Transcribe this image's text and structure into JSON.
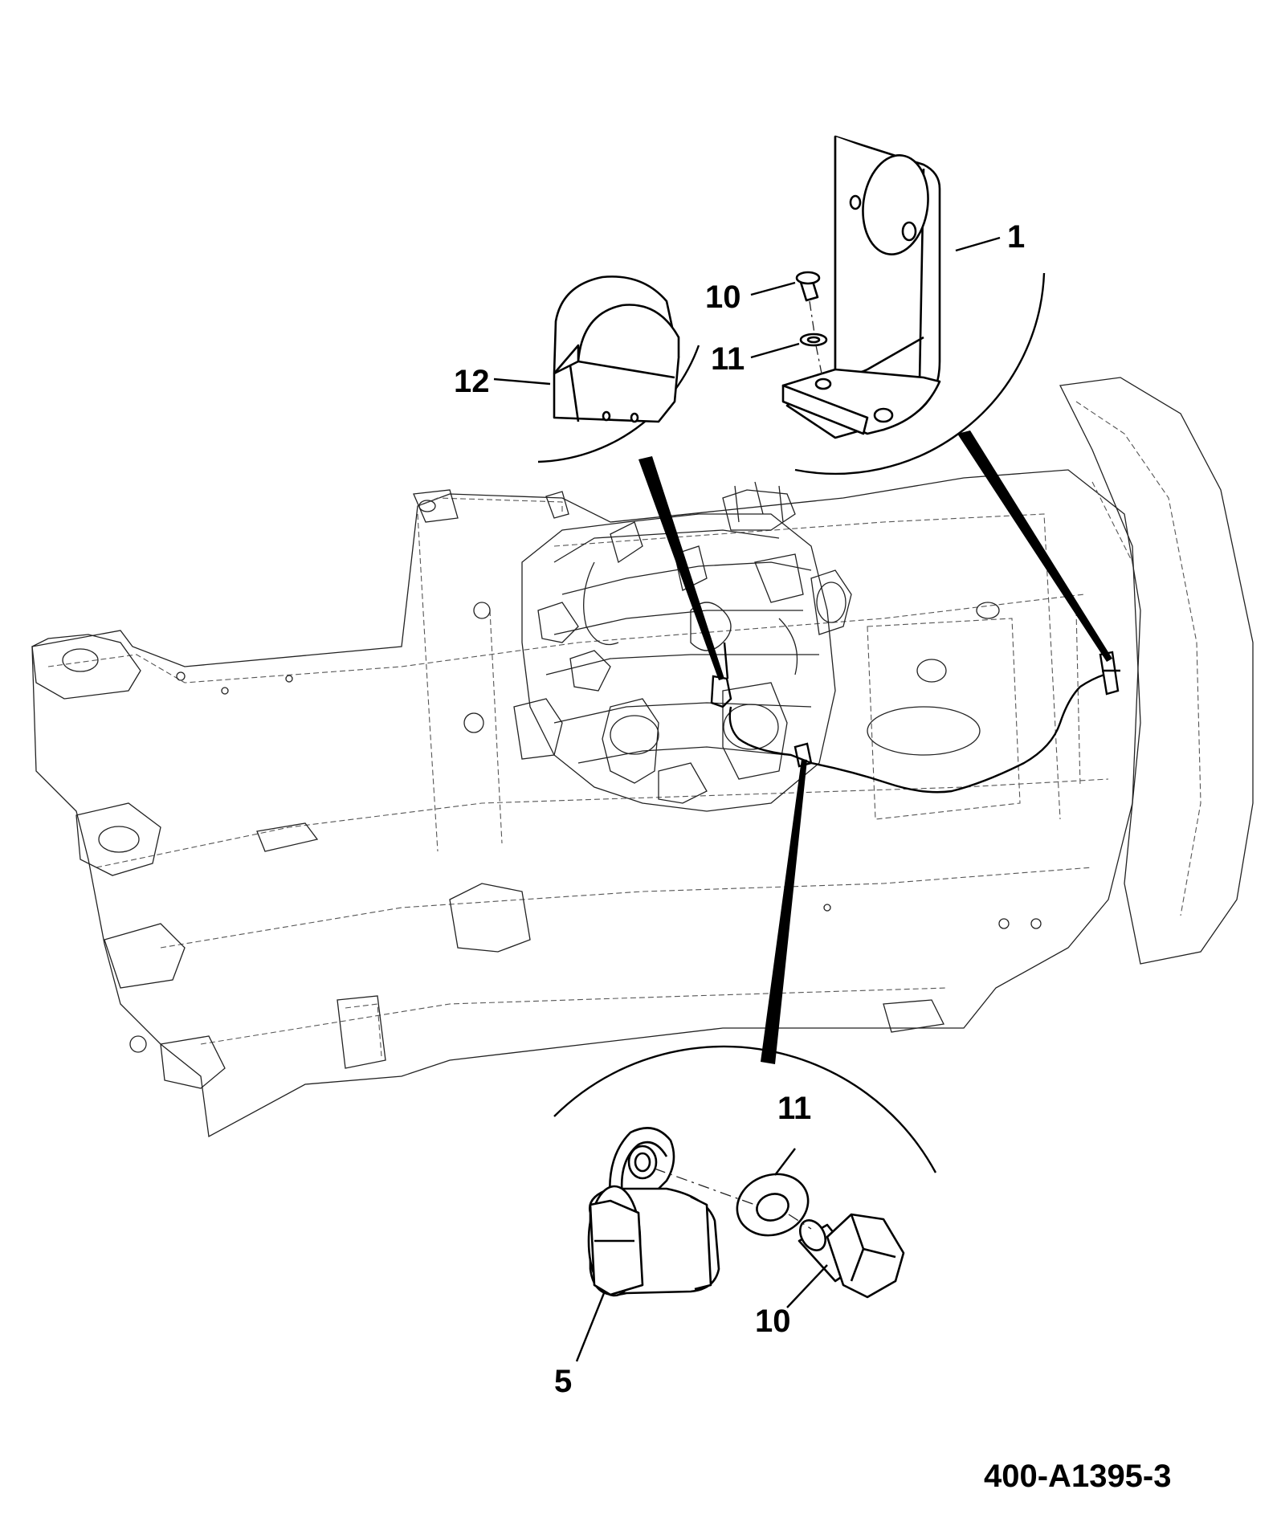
{
  "callouts": {
    "bracket": "1",
    "bracket_bolt": "10",
    "bracket_washer": "11",
    "cover": "12",
    "clamp_washer": "11",
    "clamp": "5",
    "clamp_bolt": "10"
  },
  "drawing_id": "400-A1395-3"
}
